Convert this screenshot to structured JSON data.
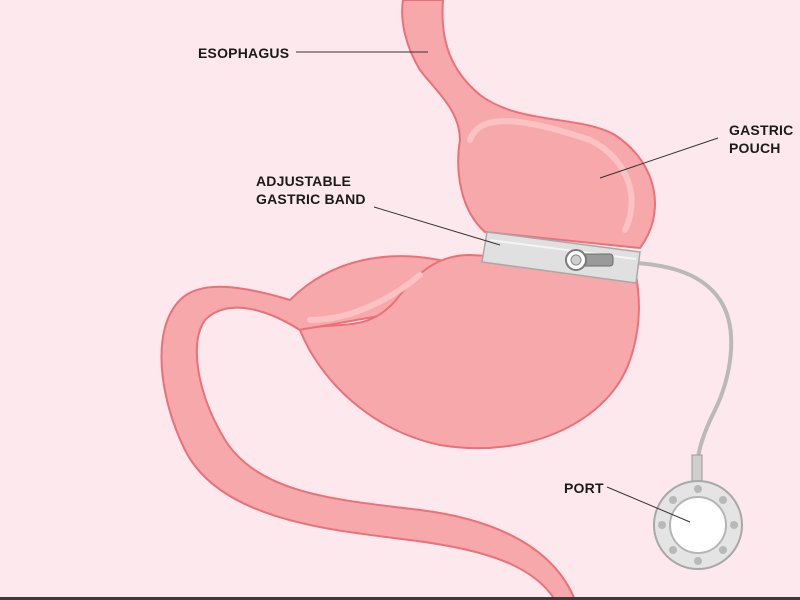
{
  "labels": {
    "esophagus": "ESOPHAGUS",
    "gastric_pouch": [
      "GASTRIC",
      "POUCH"
    ],
    "adjustable_gastric_band": [
      "ADJUSTABLE",
      "GASTRIC BAND"
    ],
    "port": "PORT"
  },
  "colors": {
    "background": "#fde9ed",
    "stomach_fill": "#f7a8ab",
    "stomach_outline": "#ec7078",
    "band": "#e0e0e0",
    "tube": "#b9b9b9",
    "leader_line": "#333333"
  }
}
